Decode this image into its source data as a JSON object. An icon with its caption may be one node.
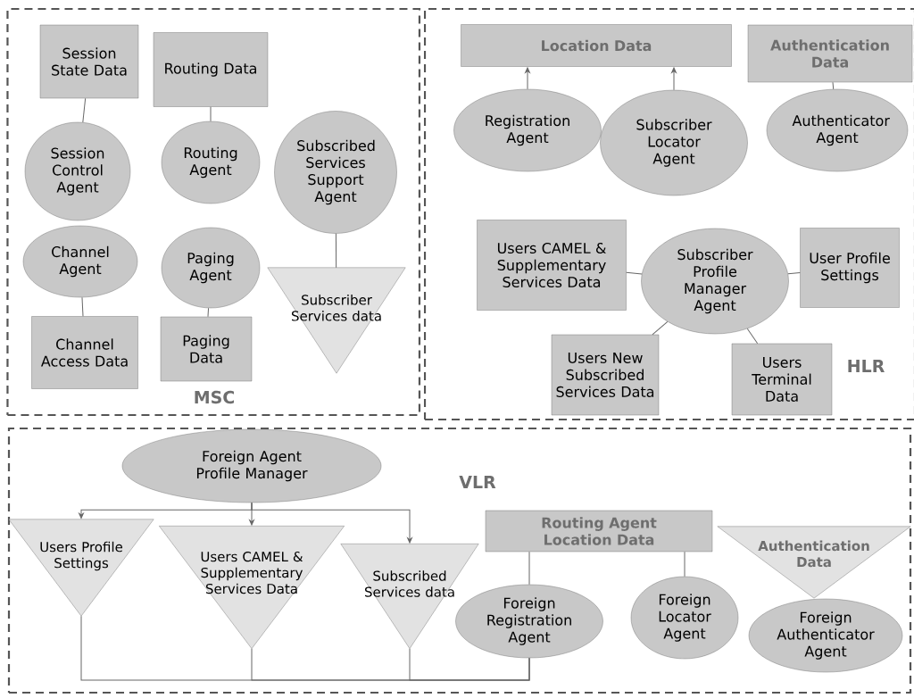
{
  "diagram": {
    "nodes": [
      {
        "text": [
          "MSC"
        ]
      },
      {
        "text": [
          "Session State Data"
        ],
        "in": 0
      },
      {
        "text": [
          "Routing Data"
        ],
        "in": 0
      },
      {
        "text": [
          "Session Control Agent"
        ],
        "in": 0
      },
      {
        "text": [
          "Routing Agent"
        ],
        "in": 0
      },
      {
        "text": [
          "Subscribed Services Support Agent"
        ],
        "in": 0
      },
      {
        "text": [
          "Channel Agent"
        ],
        "in": 0
      },
      {
        "text": [
          "Paging Agent"
        ],
        "in": 0
      },
      {
        "text": [
          "Subscriber Services data"
        ],
        "in": 0
      },
      {
        "text": [
          "Channel Access Data"
        ],
        "in": 0
      },
      {
        "text": [
          "Paging Data"
        ],
        "in": 0
      },
      {
        "text": [
          "HLR"
        ]
      },
      {
        "text": [
          "Location Data"
        ],
        "in": 11
      },
      {
        "text": [
          "Authentication Data"
        ],
        "in": 11
      },
      {
        "text": [
          "Registration Agent"
        ],
        "in": 11
      },
      {
        "text": [
          "Subscriber Locator Agent"
        ],
        "in": 11
      },
      {
        "text": [
          "Authenticator Agent"
        ],
        "in": 11
      },
      {
        "text": [
          "Users CAMEL & Supplementary Services Data"
        ],
        "in": 11
      },
      {
        "text": [
          "Subscriber Profile Manager Agent"
        ],
        "in": 11
      },
      {
        "text": [
          "User Profile Settings"
        ],
        "in": 11
      },
      {
        "text": [
          "Users New Subscribed Services Data"
        ],
        "in": 11
      },
      {
        "text": [
          "Users Terminal Data"
        ],
        "in": 11
      },
      {
        "text": [
          "VLR"
        ]
      },
      {
        "text": [
          "Foreign Agent Profile Manager"
        ],
        "in": 22
      },
      {
        "text": [
          "Users Profile Settings"
        ],
        "in": 22
      },
      {
        "text": [
          "Users CAMEL & Supplementary Services Data"
        ],
        "in": 22
      },
      {
        "text": [
          "Subscribed Services data"
        ],
        "in": 22
      },
      {
        "text": [
          "Routing Agent Location Data"
        ],
        "in": 22
      },
      {
        "text": [
          "Authentication Data"
        ],
        "in": 22
      },
      {
        "text": [
          "Foreign Registration Agent"
        ],
        "in": 22
      },
      {
        "text": [
          "Foreign Locator Agent"
        ],
        "in": 22
      },
      {
        "text": [
          "Foreign Authenticator Agent"
        ],
        "in": 22
      }
    ],
    "edges": [
      {
        "from": 1,
        "to": 3,
        "arrow": "none"
      },
      {
        "from": 2,
        "to": 4,
        "arrow": "none"
      },
      {
        "from": 5,
        "to": 8,
        "arrow": "none"
      },
      {
        "from": 6,
        "to": 9,
        "arrow": "none"
      },
      {
        "from": 7,
        "to": 10,
        "arrow": "none"
      },
      {
        "from": 14,
        "to": 12,
        "arrow": "to"
      },
      {
        "from": 15,
        "to": 12,
        "arrow": "to"
      },
      {
        "from": 13,
        "to": 16,
        "arrow": "none"
      },
      {
        "from": 17,
        "to": 18,
        "arrow": "none"
      },
      {
        "from": 18,
        "to": 19,
        "arrow": "none"
      },
      {
        "from": 18,
        "to": 20,
        "arrow": "none"
      },
      {
        "from": 18,
        "to": 21,
        "arrow": "none"
      },
      {
        "from": 23,
        "to": 24,
        "arrow": "to"
      },
      {
        "from": 23,
        "to": 25,
        "arrow": "to"
      },
      {
        "from": 23,
        "to": 26,
        "arrow": "to"
      },
      {
        "from": 27,
        "to": 29,
        "arrow": "none"
      },
      {
        "from": 27,
        "to": 30,
        "arrow": "none"
      },
      {
        "from": 24,
        "to": 29,
        "arrow": "none"
      },
      {
        "from": 25,
        "to": 29,
        "arrow": "none"
      },
      {
        "from": 26,
        "to": 29,
        "arrow": "none"
      }
    ]
  }
}
